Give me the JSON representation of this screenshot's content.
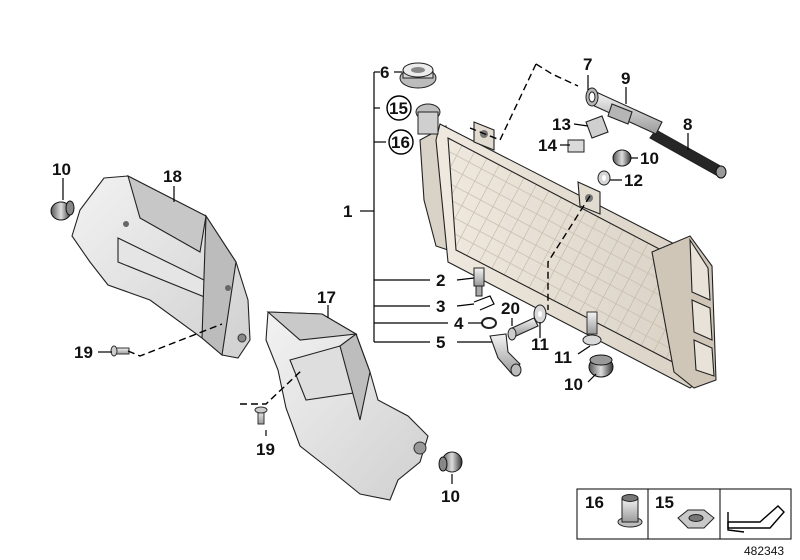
{
  "callouts": {
    "c1": "1",
    "c2": "2",
    "c3": "3",
    "c4": "4",
    "c5": "5",
    "c6": "6",
    "c7": "7",
    "c8": "8",
    "c9": "9",
    "c10a": "10",
    "c10b": "10",
    "c10c": "10",
    "c10d": "10",
    "c11a": "11",
    "c11b": "11",
    "c12": "12",
    "c13": "13",
    "c14": "14",
    "c15": "15",
    "c16": "16",
    "c17": "17",
    "c18": "18",
    "c19a": "19",
    "c19b": "19",
    "c20": "20"
  },
  "legend": {
    "item16": "16",
    "item15": "15"
  },
  "reference_number": "482343"
}
